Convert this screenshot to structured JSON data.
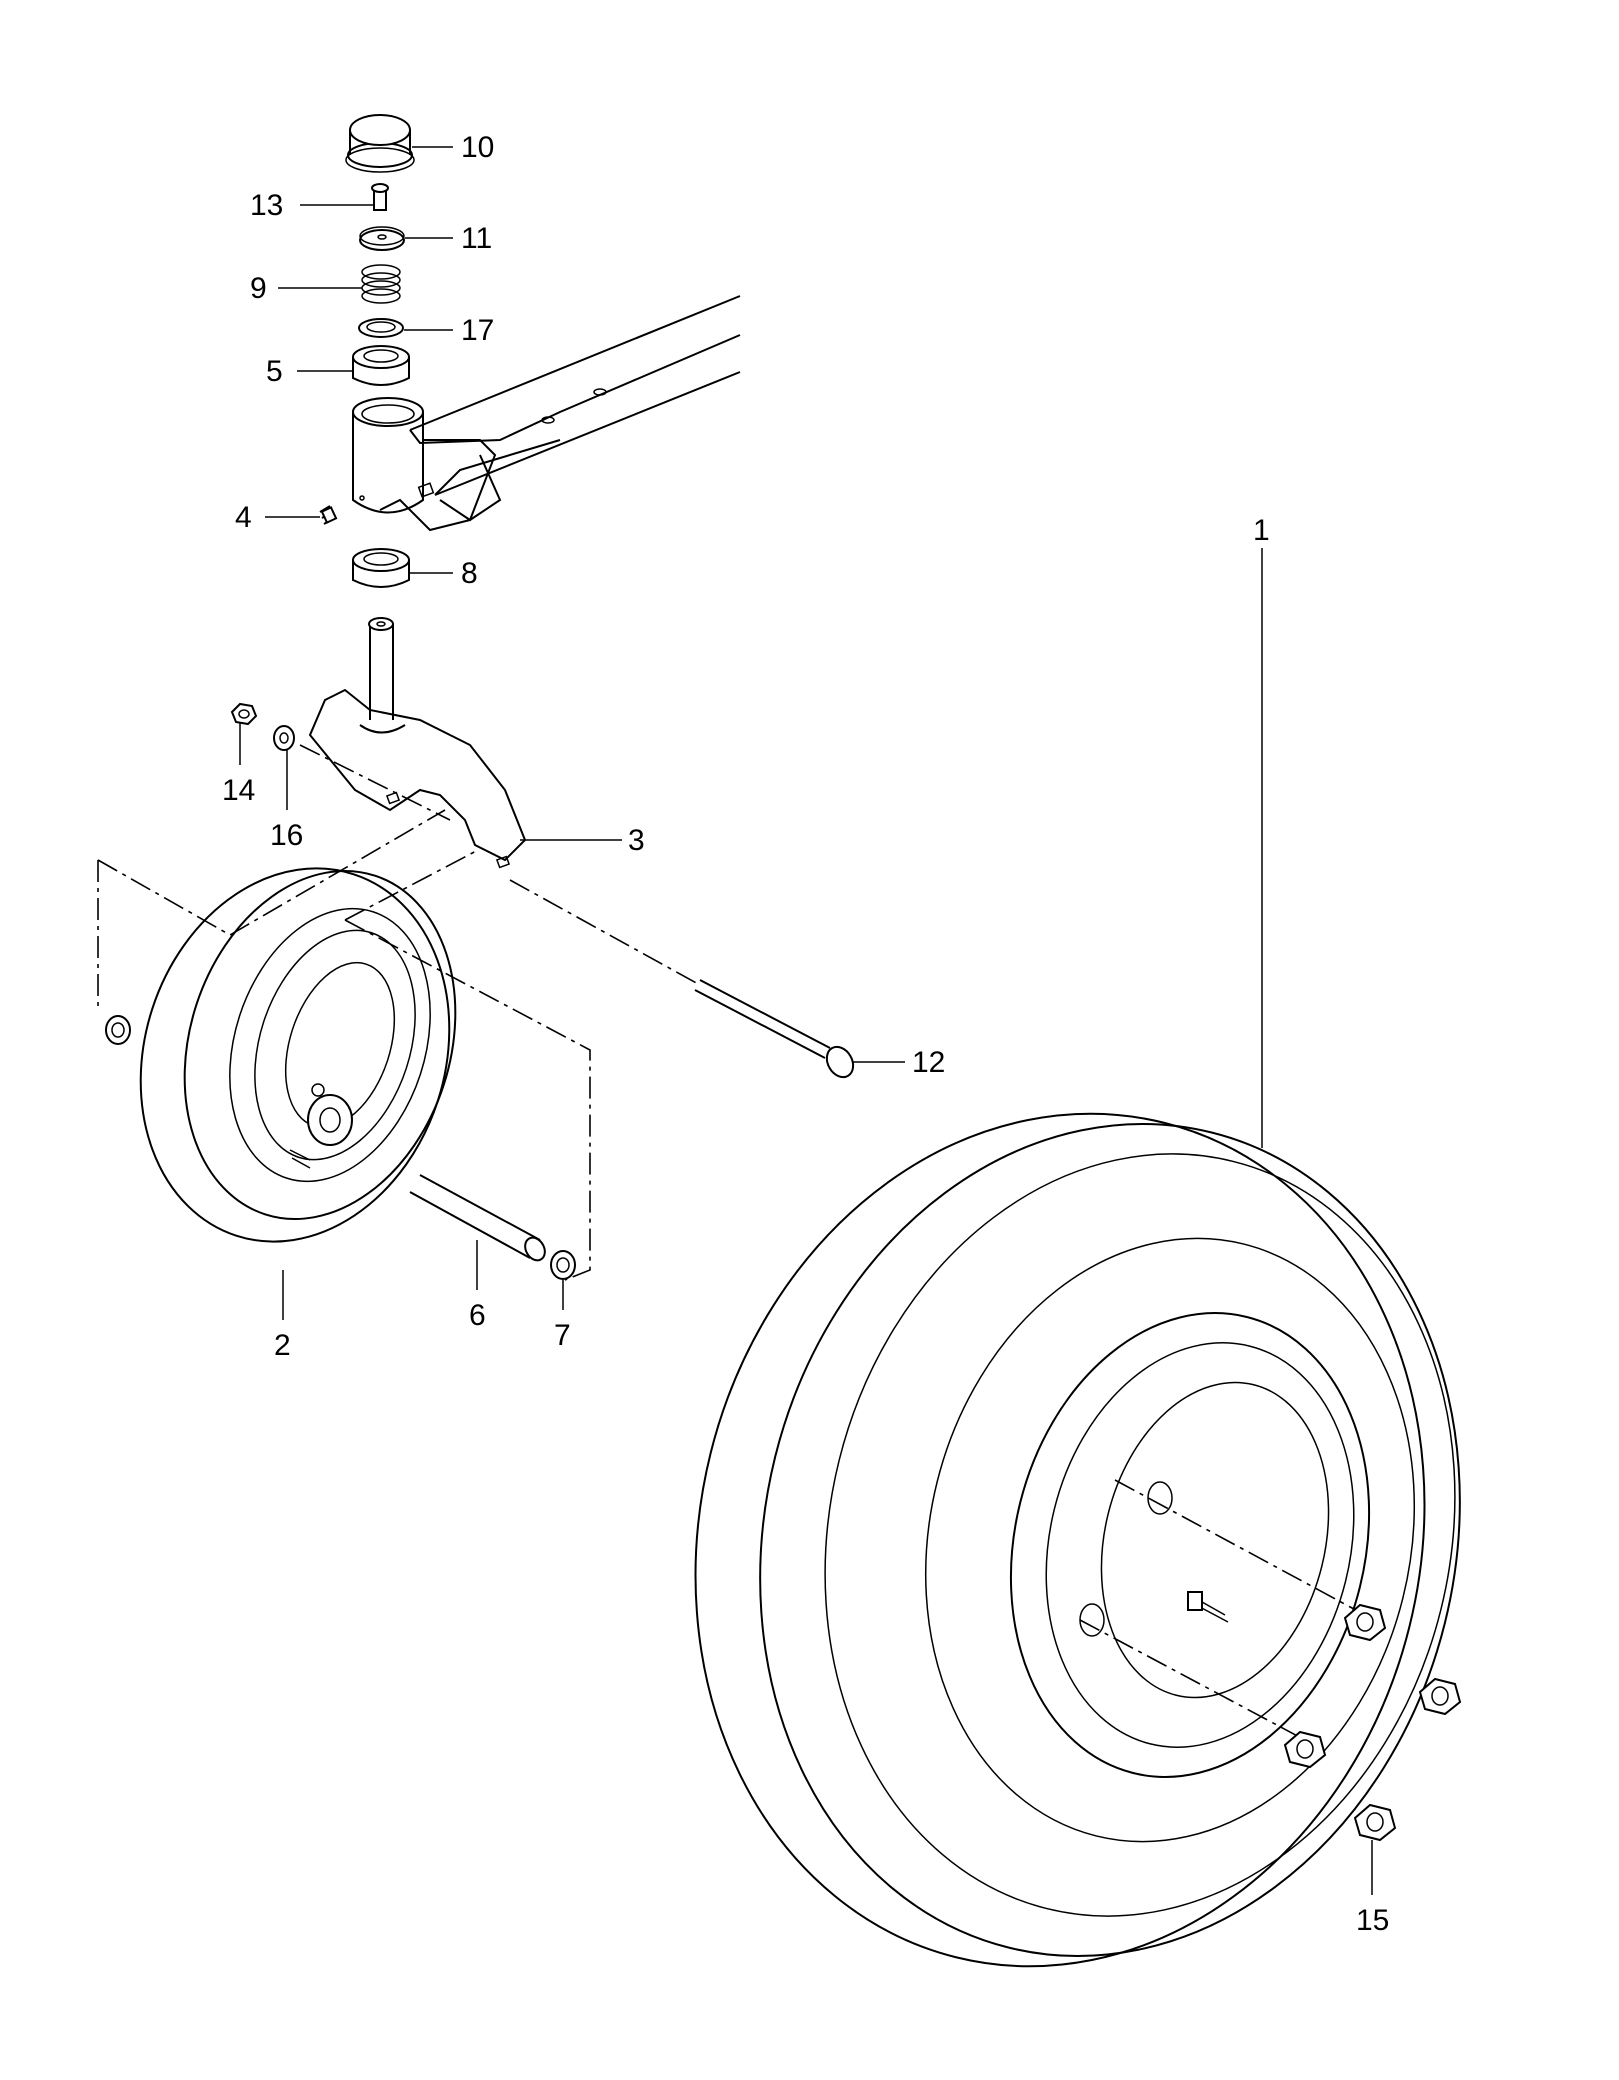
{
  "diagram": {
    "callouts": [
      {
        "id": "c10",
        "text": "10"
      },
      {
        "id": "c13",
        "text": "13"
      },
      {
        "id": "c11",
        "text": "11"
      },
      {
        "id": "c9",
        "text": "9"
      },
      {
        "id": "c17",
        "text": "17"
      },
      {
        "id": "c5",
        "text": "5"
      },
      {
        "id": "c4",
        "text": "4"
      },
      {
        "id": "c8",
        "text": "8"
      },
      {
        "id": "c14",
        "text": "14"
      },
      {
        "id": "c16",
        "text": "16"
      },
      {
        "id": "c3",
        "text": "3"
      },
      {
        "id": "c12",
        "text": "12"
      },
      {
        "id": "c1",
        "text": "1"
      },
      {
        "id": "c2",
        "text": "2"
      },
      {
        "id": "c6",
        "text": "6"
      },
      {
        "id": "c7",
        "text": "7"
      },
      {
        "id": "c15",
        "text": "15"
      }
    ]
  }
}
